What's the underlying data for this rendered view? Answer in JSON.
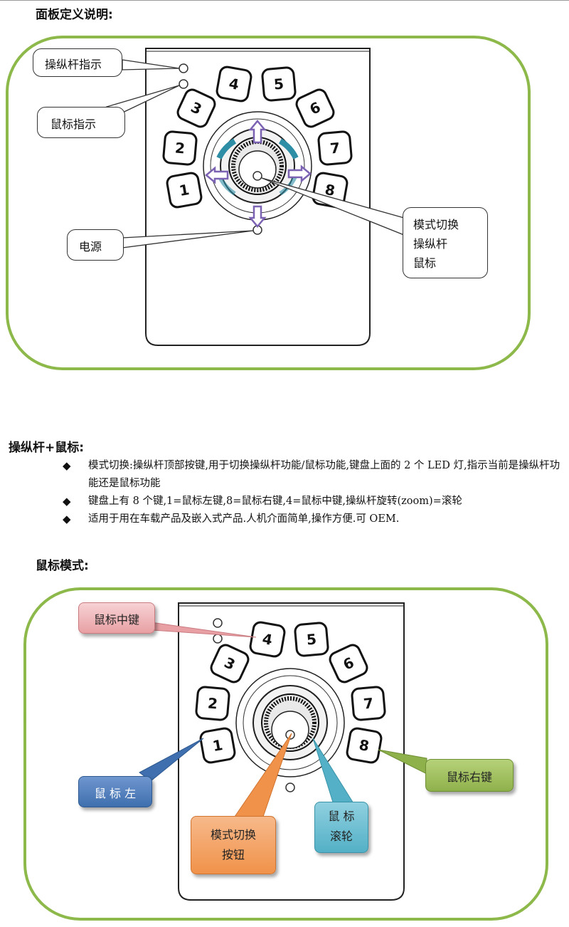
{
  "section1": {
    "title": "面板定义说明:",
    "callouts": {
      "joystick_indicator": "操纵杆指示",
      "mouse_indicator": "鼠标指示",
      "power": "电源",
      "mode_switch_lines": [
        "模式切换",
        "操纵杆",
        "鼠标"
      ]
    },
    "key_labels": [
      "1",
      "2",
      "3",
      "4",
      "5",
      "6",
      "7",
      "8"
    ]
  },
  "section2": {
    "title": "操纵杆+鼠标:",
    "bullet_symbol": "◆",
    "bullets": [
      "模式切换:操纵杆顶部按键,用于切换操纵杆功能/鼠标功能,键盘上面的 2 个 LED 灯,指示当前是操纵杆功能还是鼠标功能",
      "键盘上有 8 个键,1=鼠标左键,8=鼠标右键,4=鼠标中键,操纵杆旋转(zoom)=滚轮",
      "适用于用在车载产品及嵌入式产品.人机介面简单,操作方便.可 OEM."
    ]
  },
  "section3": {
    "title": "鼠标模式:",
    "tags": {
      "middle": "鼠标中键",
      "left": "鼠 标 左",
      "right": "鼠标右键",
      "button_lines": [
        "模式切换",
        "按钮"
      ],
      "wheel_lines": [
        "鼠 标",
        "滚轮"
      ]
    },
    "colors": {
      "frame_green": "#8db84a",
      "tag_pink": "#e8a0a4",
      "tag_blue": "#3f6fae",
      "tag_green": "#8fb14b",
      "tag_orange": "#f0924a",
      "tag_teal": "#53b0c6",
      "arrow_purple": "#7b62b3",
      "ring_teal": "#2e8ea6"
    }
  }
}
